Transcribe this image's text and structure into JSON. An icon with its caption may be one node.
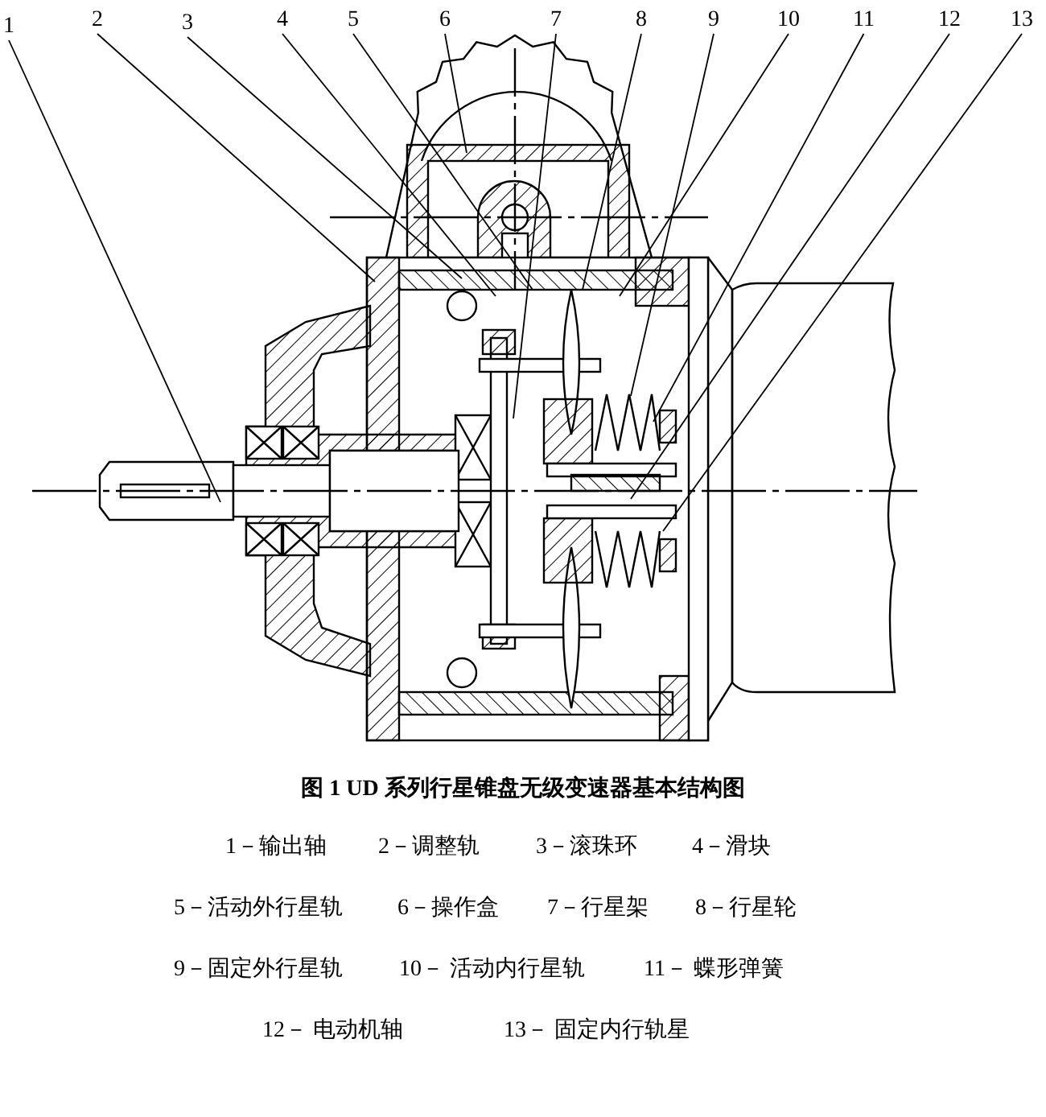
{
  "diagram": {
    "caption": "图 1 UD 系列行星锥盘无级变速器基本结构图",
    "nodes": [
      {
        "text": [
          "1"
        ]
      },
      {
        "text": [
          "2"
        ]
      },
      {
        "text": [
          "3"
        ]
      },
      {
        "text": [
          "4"
        ]
      },
      {
        "text": [
          "5"
        ]
      },
      {
        "text": [
          "6"
        ]
      },
      {
        "text": [
          "7"
        ]
      },
      {
        "text": [
          "8"
        ]
      },
      {
        "text": [
          "9"
        ]
      },
      {
        "text": [
          "10"
        ]
      },
      {
        "text": [
          "11"
        ]
      },
      {
        "text": [
          "12"
        ]
      },
      {
        "text": [
          "13"
        ]
      }
    ],
    "edges": [
      {
        "from": 0,
        "to": null,
        "arrow": "none"
      },
      {
        "from": 1,
        "to": null,
        "arrow": "none"
      },
      {
        "from": 2,
        "to": null,
        "arrow": "none"
      },
      {
        "from": 3,
        "to": null,
        "arrow": "none"
      },
      {
        "from": 4,
        "to": null,
        "arrow": "none"
      },
      {
        "from": 5,
        "to": null,
        "arrow": "none"
      },
      {
        "from": 6,
        "to": null,
        "arrow": "none"
      },
      {
        "from": 7,
        "to": null,
        "arrow": "none"
      },
      {
        "from": 8,
        "to": null,
        "arrow": "none"
      },
      {
        "from": 9,
        "to": null,
        "arrow": "none"
      },
      {
        "from": 10,
        "to": null,
        "arrow": "none"
      },
      {
        "from": 11,
        "to": null,
        "arrow": "none"
      },
      {
        "from": 12,
        "to": null,
        "arrow": "none"
      }
    ],
    "labels": [
      "1－输出轴",
      "2－调整轨",
      "3－滚珠环",
      "4－滑块",
      "5－活动外行星轨",
      "6－操作盒",
      "7－行星架",
      "8－行星轮",
      "9－固定外行星轨",
      "10－ 活动内行星轨",
      "11－ 蝶形弹簧",
      "12－ 电动机轴",
      "13－ 固定内行轨星"
    ]
  }
}
